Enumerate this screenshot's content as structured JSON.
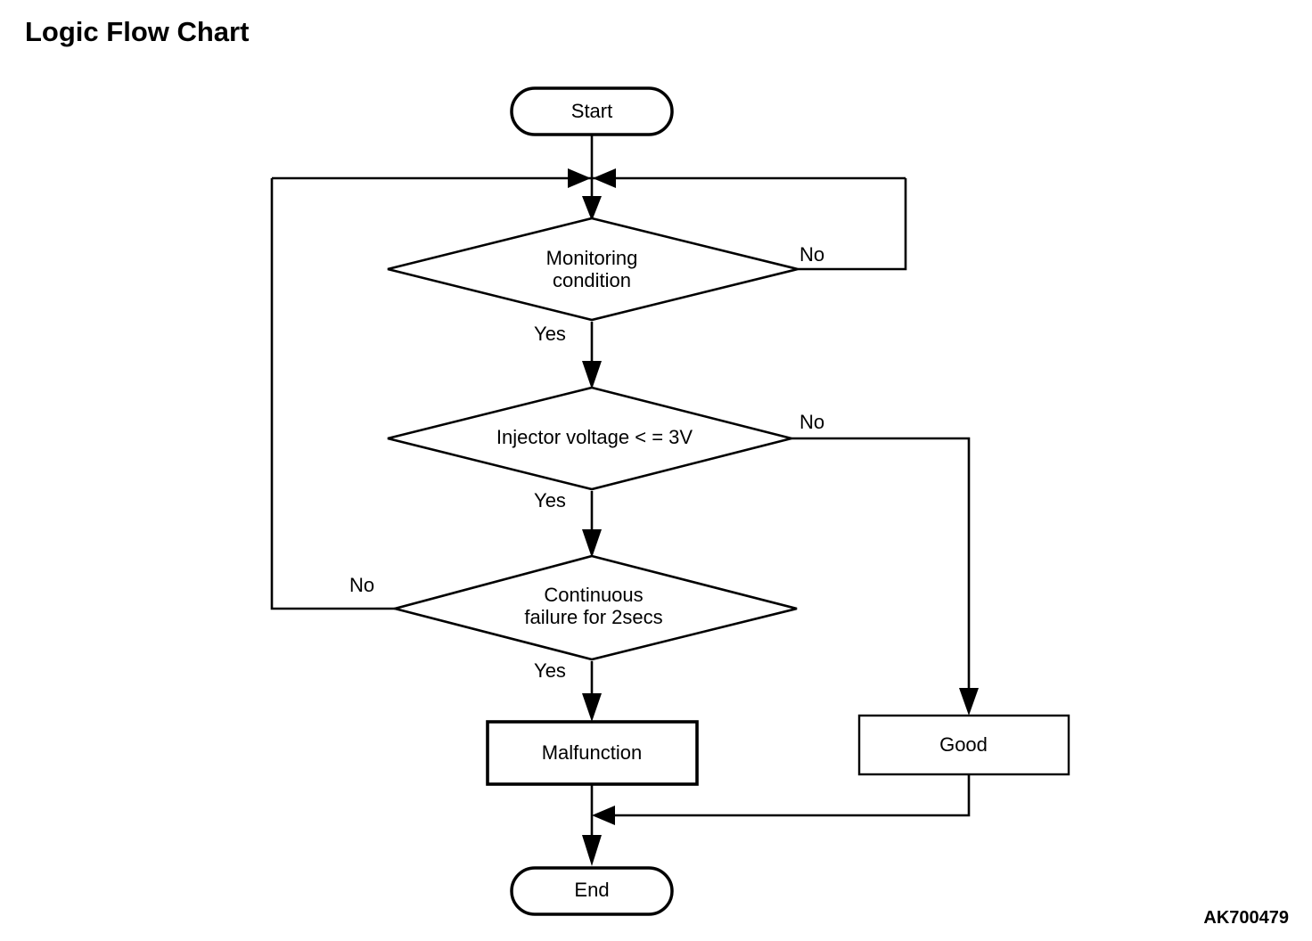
{
  "page": {
    "title": "Logic Flow Chart",
    "figure_code": "AK700479",
    "background_color": "#ffffff",
    "line_color": "#000000"
  },
  "chart_data": {
    "type": "diagram",
    "diagram_kind": "flowchart",
    "title": "Logic Flow Chart",
    "nodes": [
      {
        "id": "start",
        "shape": "terminator",
        "label": "Start"
      },
      {
        "id": "monitoring",
        "shape": "decision",
        "label": "Monitoring condition",
        "line1": "Monitoring",
        "line2": "condition"
      },
      {
        "id": "voltage",
        "shape": "decision",
        "label": "Injector voltage < = 3V",
        "line1": "Injector voltage < = 3V",
        "line2": ""
      },
      {
        "id": "continuous",
        "shape": "decision",
        "label": "Continuous failure for 2secs",
        "line1": "Continuous",
        "line2": "failure for 2secs"
      },
      {
        "id": "malfunction",
        "shape": "process",
        "label": "Malfunction"
      },
      {
        "id": "good",
        "shape": "process",
        "label": "Good"
      },
      {
        "id": "end",
        "shape": "terminator",
        "label": "End"
      }
    ],
    "edges": [
      {
        "from": "start",
        "to": "monitoring",
        "label": ""
      },
      {
        "from": "monitoring",
        "to": "monitoring",
        "label": "No",
        "note": "loops back to junction above Monitoring condition via right side"
      },
      {
        "from": "monitoring",
        "to": "voltage",
        "label": "Yes"
      },
      {
        "from": "voltage",
        "to": "good",
        "label": "No"
      },
      {
        "from": "voltage",
        "to": "continuous",
        "label": "Yes"
      },
      {
        "from": "continuous",
        "to": "monitoring",
        "label": "No",
        "note": "loops back to junction above Monitoring condition via left side"
      },
      {
        "from": "continuous",
        "to": "malfunction",
        "label": "Yes"
      },
      {
        "from": "malfunction",
        "to": "end",
        "label": ""
      },
      {
        "from": "good",
        "to": "end",
        "label": ""
      }
    ],
    "edge_labels": {
      "monitoring_no": "No",
      "monitoring_yes": "Yes",
      "voltage_no": "No",
      "voltage_yes": "Yes",
      "continuous_no": "No",
      "continuous_yes": "Yes"
    }
  }
}
